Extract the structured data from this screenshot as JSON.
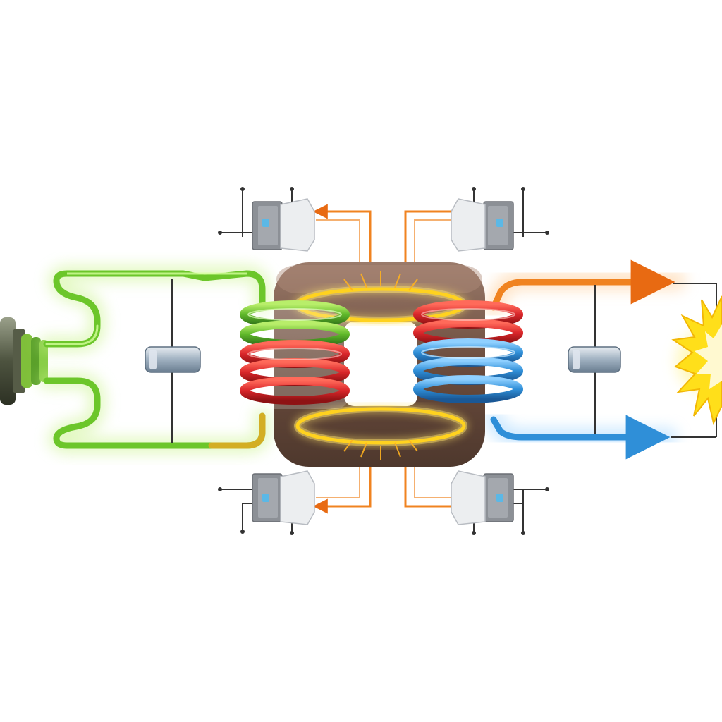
{
  "diagram": {
    "type": "transformer-circuit-illustration",
    "title": "",
    "labels": [],
    "components": {
      "source_plug": {
        "icon": "power-plug-icon"
      },
      "core": {
        "icon": "toroidal-core-icon"
      },
      "primary_winding": {
        "icon": "coil-icon",
        "colors": [
          "green",
          "red"
        ]
      },
      "secondary_winding": {
        "icon": "coil-icon",
        "colors": [
          "red",
          "blue"
        ]
      },
      "capacitors": 2,
      "switch_modules": 4,
      "output_load": {
        "icon": "spark-icon"
      }
    },
    "colors": {
      "green_wire": "#6cc62a",
      "orange_wire": "#f28a1c",
      "red_coil": "#d9262a",
      "blue_coil": "#2f8fd8",
      "core": "#7b5a4a",
      "glow": "#ffd21f",
      "module_gray": "#8c9096",
      "module_white": "#eceef0",
      "spark": "#ffdf1a"
    }
  }
}
